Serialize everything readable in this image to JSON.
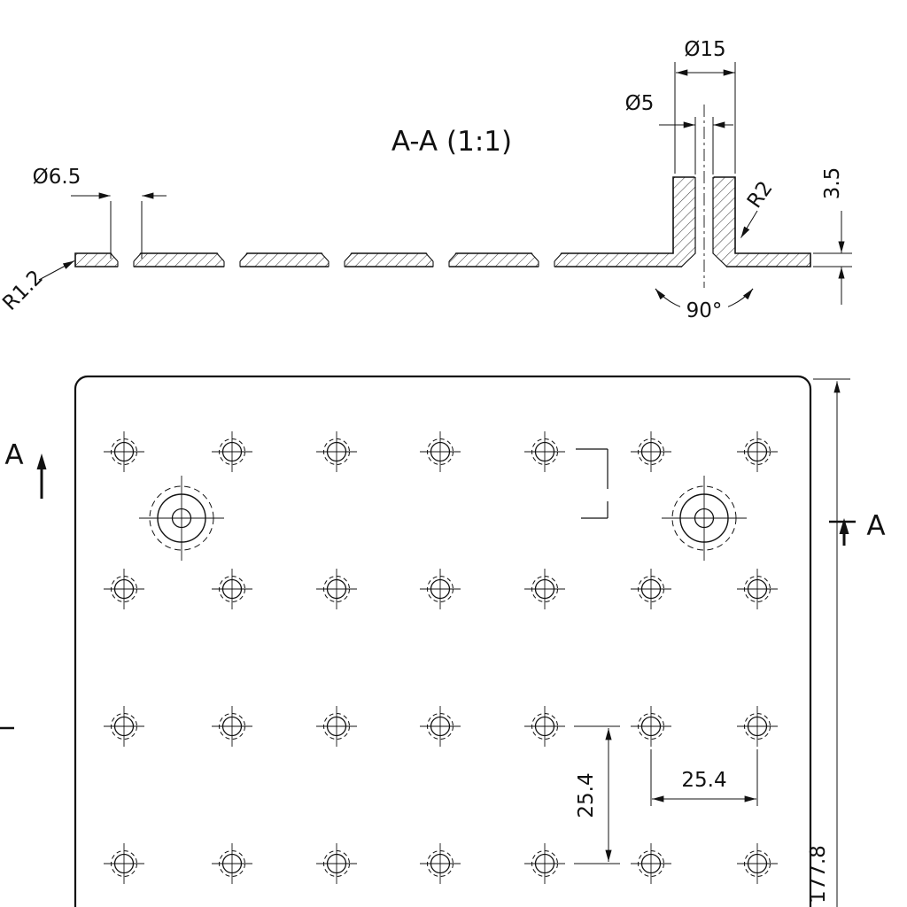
{
  "drawing": {
    "title": "A-A (1:1)",
    "section_marker_left": "A",
    "section_marker_right": "A",
    "dimensions": {
      "boss_outer_dia": "Ø15",
      "boss_hole_dia": "Ø5",
      "countersink_dia": "Ø6.5",
      "boss_fillet_radius": "R2",
      "edge_radius": "R1.2",
      "plate_thickness": "3.5",
      "countersink_angle": "90°",
      "hole_pitch_horizontal": "25.4",
      "hole_pitch_vertical": "25.4",
      "plate_depth": "177.8"
    },
    "colors": {
      "line": "#111111",
      "background": "#ffffff"
    }
  }
}
